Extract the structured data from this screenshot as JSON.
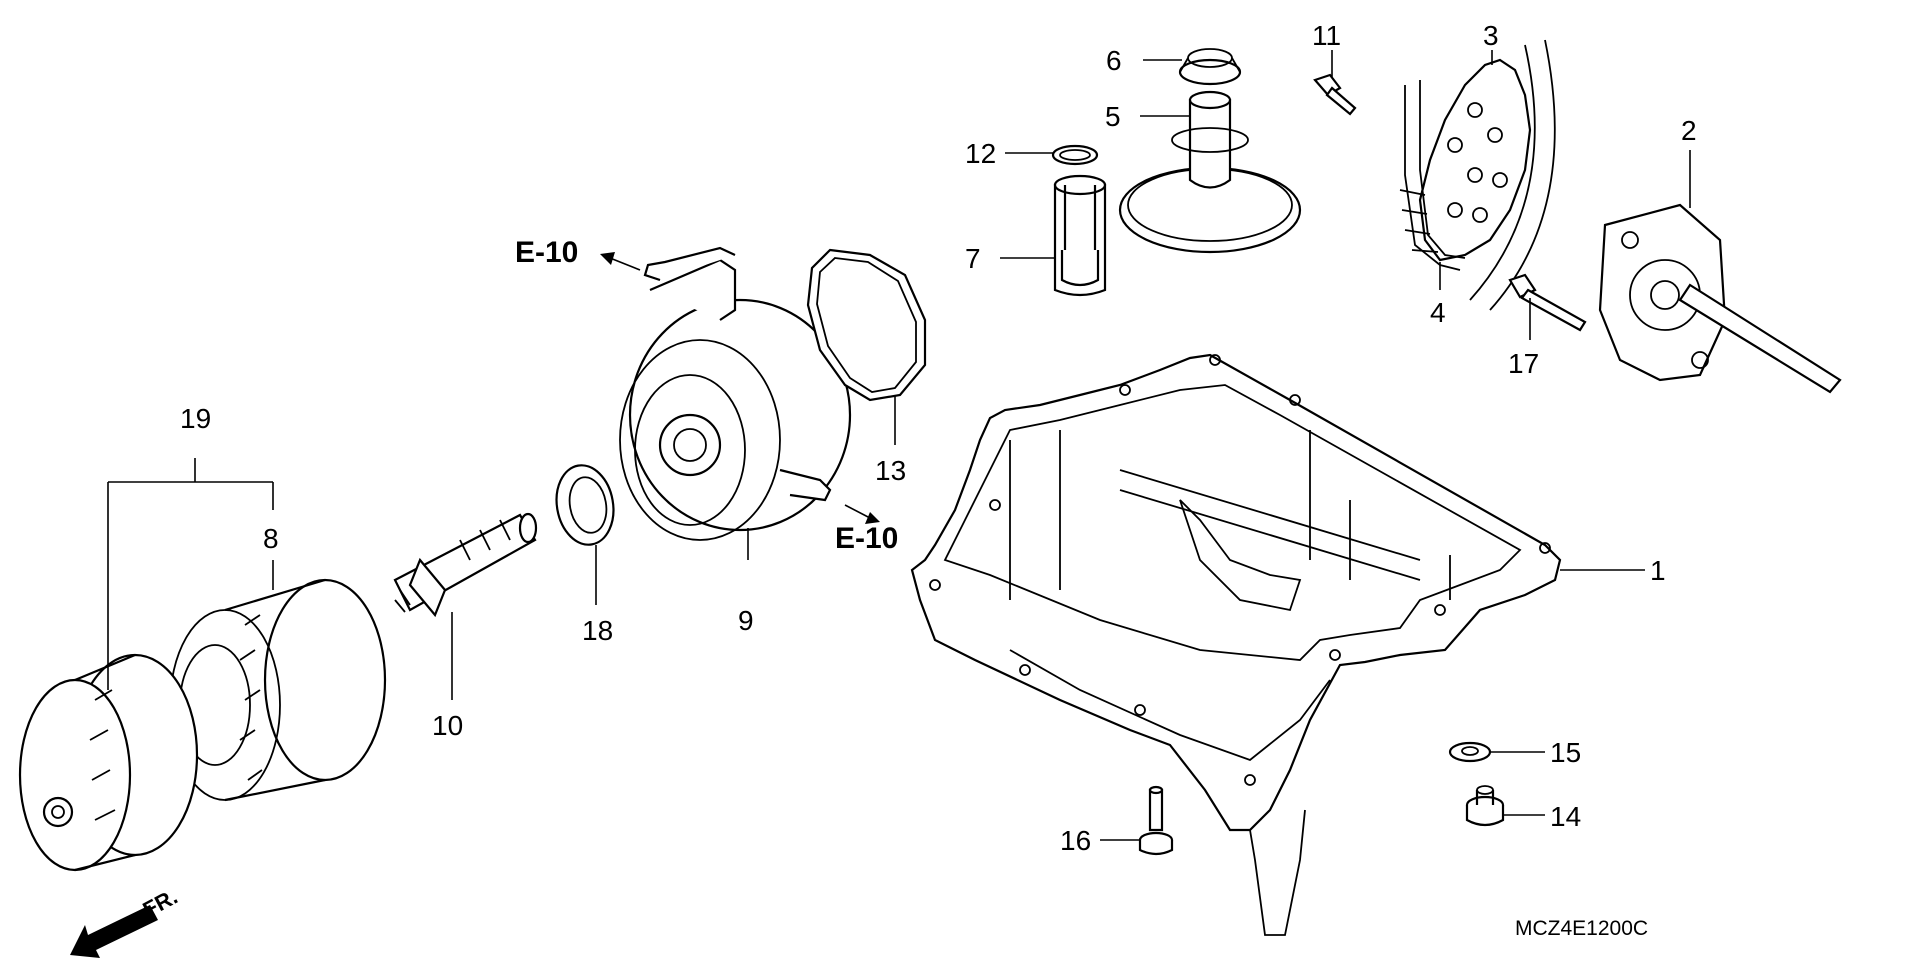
{
  "diagram": {
    "callouts": [
      "1",
      "2",
      "3",
      "4",
      "5",
      "6",
      "7",
      "8",
      "9",
      "10",
      "11",
      "12",
      "13",
      "14",
      "15",
      "16",
      "17",
      "18",
      "19"
    ],
    "references": [
      "E-10",
      "E-10"
    ],
    "direction_label": "FR.",
    "figure_code": "MCZ4E1200C"
  }
}
